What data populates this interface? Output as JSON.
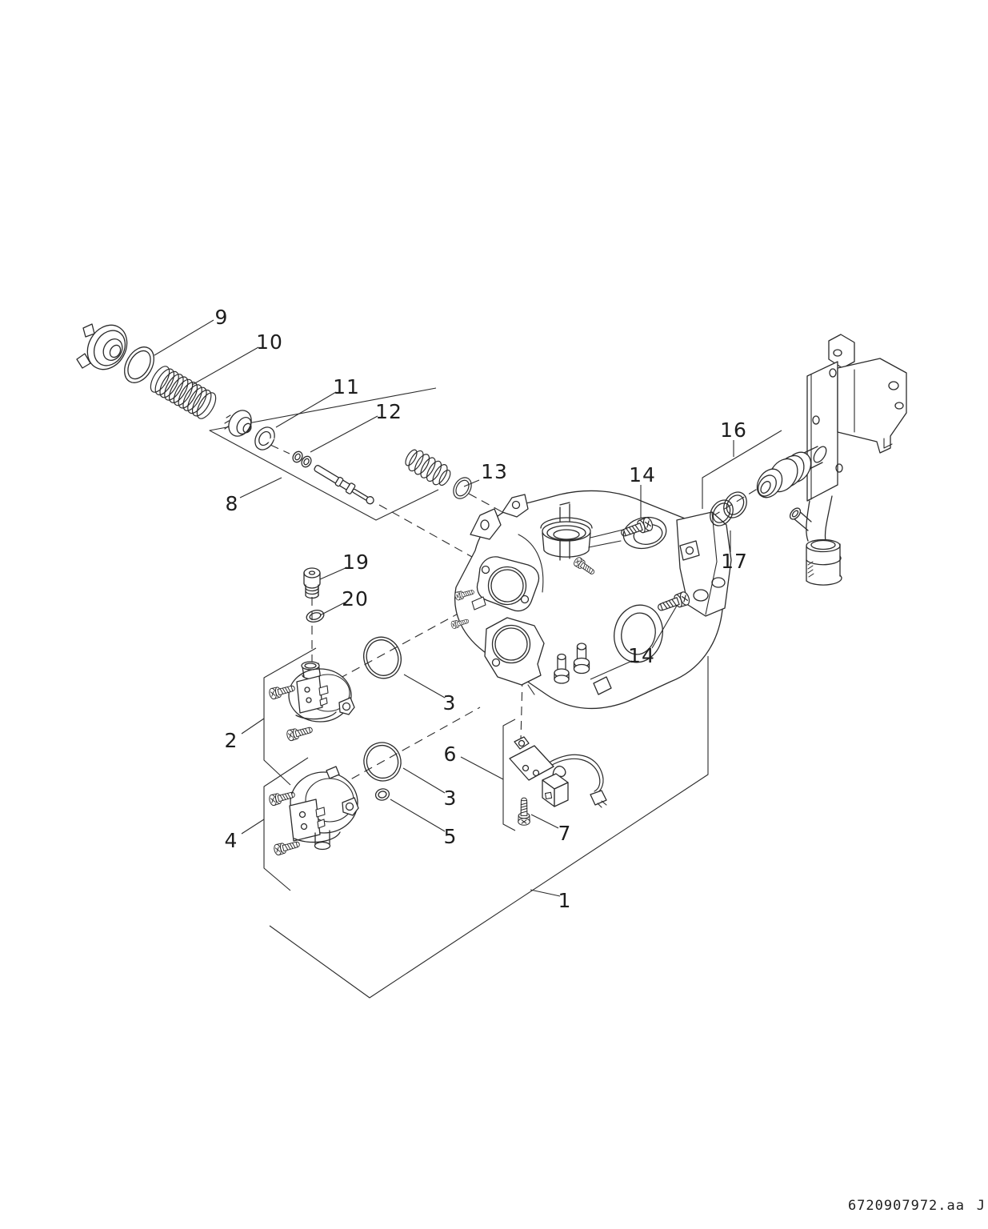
{
  "diagram": {
    "kind": "exploded-parts-diagram",
    "background": "#ffffff",
    "line_color": "#2b2b2b"
  },
  "labels": [
    {
      "id": "9",
      "text": "9"
    },
    {
      "id": "10",
      "text": "10"
    },
    {
      "id": "11",
      "text": "11"
    },
    {
      "id": "12",
      "text": "12"
    },
    {
      "id": "8",
      "text": "8"
    },
    {
      "id": "13",
      "text": "13"
    },
    {
      "id": "14-upper",
      "text": "14"
    },
    {
      "id": "16",
      "text": "16"
    },
    {
      "id": "17",
      "text": "17"
    },
    {
      "id": "19",
      "text": "19"
    },
    {
      "id": "20",
      "text": "20"
    },
    {
      "id": "2",
      "text": "2"
    },
    {
      "id": "3-upper",
      "text": "3"
    },
    {
      "id": "6",
      "text": "6"
    },
    {
      "id": "3-lower",
      "text": "3"
    },
    {
      "id": "5",
      "text": "5"
    },
    {
      "id": "4",
      "text": "4"
    },
    {
      "id": "7",
      "text": "7"
    },
    {
      "id": "14-lower",
      "text": "14"
    },
    {
      "id": "1",
      "text": "1"
    }
  ],
  "footer": {
    "doc_code": "6720907972.aa",
    "revision": "J"
  }
}
